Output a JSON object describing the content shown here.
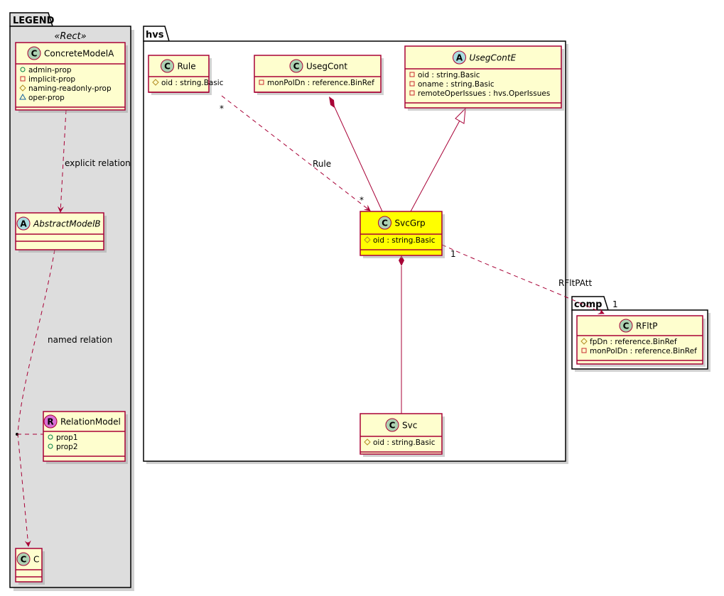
{
  "legend": {
    "title": "LEGEND",
    "stereotype": "«Rect»",
    "concrete_model": {
      "name": "ConcreteModelA",
      "icon": "C",
      "attrs": [
        {
          "vis": "public",
          "text": "admin-prop"
        },
        {
          "vis": "private",
          "text": "implicit-prop"
        },
        {
          "vis": "protected",
          "text": "naming-readonly-prop"
        },
        {
          "vis": "package",
          "text": "oper-prop"
        }
      ]
    },
    "abstract_model": {
      "name": "AbstractModelB",
      "icon": "A"
    },
    "relation_model": {
      "name": "RelationModel",
      "icon": "R",
      "attrs": [
        {
          "vis": "public",
          "text": "prop1"
        },
        {
          "vis": "public",
          "text": "prop2"
        }
      ]
    },
    "c_model": {
      "name": "C",
      "icon": "C"
    },
    "explicit_relation": "explicit relation",
    "named_relation": "named relation"
  },
  "hvs": {
    "title": "hvs",
    "rule": {
      "name": "Rule",
      "icon": "C",
      "attrs": [
        {
          "vis": "protected",
          "text": "oid : string.Basic"
        }
      ]
    },
    "usegcont": {
      "name": "UsegCont",
      "icon": "C",
      "attrs": [
        {
          "vis": "private",
          "text": "monPolDn : reference.BinRef"
        }
      ]
    },
    "usegconte": {
      "name": "UsegContE",
      "icon": "A",
      "attrs": [
        {
          "vis": "private",
          "text": "oid : string.Basic"
        },
        {
          "vis": "private",
          "text": "oname : string.Basic"
        },
        {
          "vis": "private",
          "text": "remoteOperIssues : hvs.OperIssues"
        }
      ]
    },
    "svcgrp": {
      "name": "SvcGrp",
      "icon": "C",
      "attrs": [
        {
          "vis": "protected",
          "text": "oid : string.Basic"
        }
      ]
    },
    "svc": {
      "name": "Svc",
      "icon": "C",
      "attrs": [
        {
          "vis": "protected",
          "text": "oid : string.Basic"
        }
      ]
    },
    "rule_edge": {
      "label": "Rule",
      "src_mult": "*",
      "dst_mult": "*"
    },
    "rfltp_edge": {
      "label": "RFltPAtt",
      "src_mult": "1",
      "dst_mult": "1"
    }
  },
  "comp": {
    "title": "comp",
    "rfltp": {
      "name": "RFltP",
      "icon": "C",
      "attrs": [
        {
          "vis": "protected",
          "text": "fpDn : reference.BinRef"
        },
        {
          "vis": "private",
          "text": "monPolDn : reference.BinRef"
        }
      ]
    }
  },
  "colors": {
    "class_fill": "#FEFECE",
    "border": "#A80036",
    "highlight": "#FFFF00",
    "legend_bg": "#DDDDDD",
    "icon_c": "#ADD1B2",
    "icon_a": "#A9DCDF",
    "icon_r": "#DA70D6"
  }
}
